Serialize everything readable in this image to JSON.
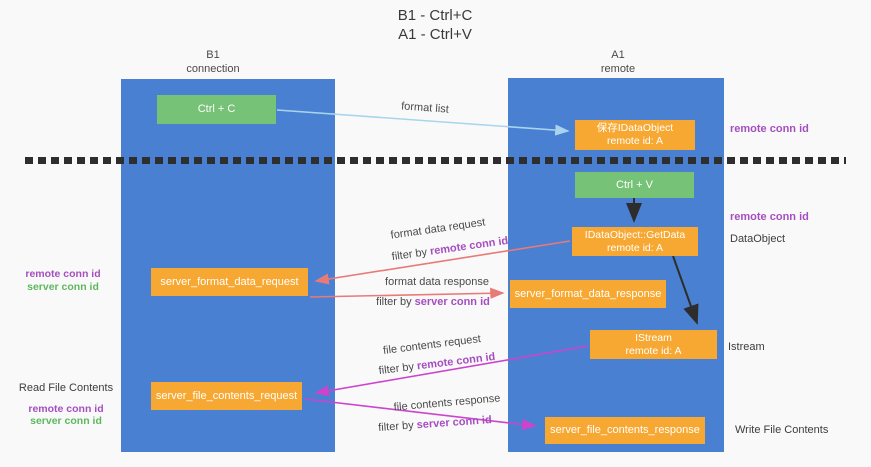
{
  "title": {
    "line1": "B1 - Ctrl+C",
    "line2": "A1 - Ctrl+V"
  },
  "columns": {
    "left": {
      "header_line1": "B1",
      "header_line2": "connection"
    },
    "right": {
      "header_line1": "A1",
      "header_line2": "remote"
    }
  },
  "nodes": {
    "ctrl_c": "Ctrl + C",
    "ctrl_v": "Ctrl + V",
    "save_dataobject_line1": "保存IDataObject",
    "save_dataobject_line2": "remote id: A",
    "getdata_line1": "IDataObject::GetData",
    "getdata_line2": "remote id: A",
    "istream_line1": "IStream",
    "istream_line2": "remote id: A",
    "format_request": "server_format_data_request",
    "format_response": "server_format_data_response",
    "file_request": "server_file_contents_request",
    "file_response": "server_file_contents_response"
  },
  "edge_labels": {
    "format_list": "format list",
    "format_data_request": "format data request",
    "format_data_response": "format data response",
    "file_contents_request": "file contents request",
    "file_contents_response": "file contents response",
    "filter_by": "filter by ",
    "remote_conn_id": "remote conn id",
    "server_conn_id": "server conn id"
  },
  "side_labels": {
    "right_remote_conn_id_top": "remote conn id",
    "right_remote_conn_id_mid": "remote conn id",
    "right_dataobject": "DataObject",
    "right_istream": "Istream",
    "right_write_file_contents": "Write File Contents",
    "left_remote_conn_id_mid": "remote conn id",
    "left_server_conn_id_mid": "server conn id",
    "left_read_file_contents": "Read File Contents",
    "left_remote_conn_id_bottom": "remote conn id",
    "left_server_conn_id_bottom": "server conn id"
  },
  "colors": {
    "column_blue": "#4a80d2",
    "box_green": "#76c276",
    "box_orange": "#f7a832",
    "arrow_lightblue": "#a9d4ee",
    "arrow_red": "#e87a78",
    "arrow_magenta": "#cc44cc",
    "arrow_black": "#2d2d2d",
    "text_purple": "#a64ec0",
    "text_green": "#5cb85c"
  }
}
